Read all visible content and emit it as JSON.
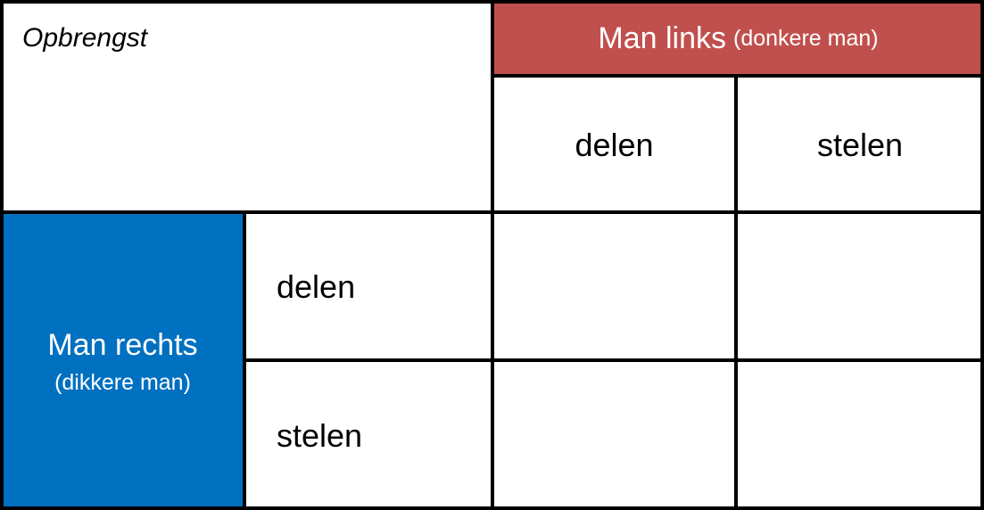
{
  "corner_label": "Opbrengst",
  "column_player": {
    "name": "Man links",
    "subtitle": "(donkere man)",
    "color": "#c0504d",
    "strategies": [
      "delen",
      "stelen"
    ]
  },
  "row_player": {
    "name": "Man rechts",
    "subtitle": "(dikkere man)",
    "color": "#0070c0",
    "strategies": [
      "delen",
      "stelen"
    ]
  },
  "payoffs": [
    [
      "",
      ""
    ],
    [
      "",
      ""
    ]
  ],
  "colors": {
    "border": "#000000",
    "background": "#ffffff"
  }
}
